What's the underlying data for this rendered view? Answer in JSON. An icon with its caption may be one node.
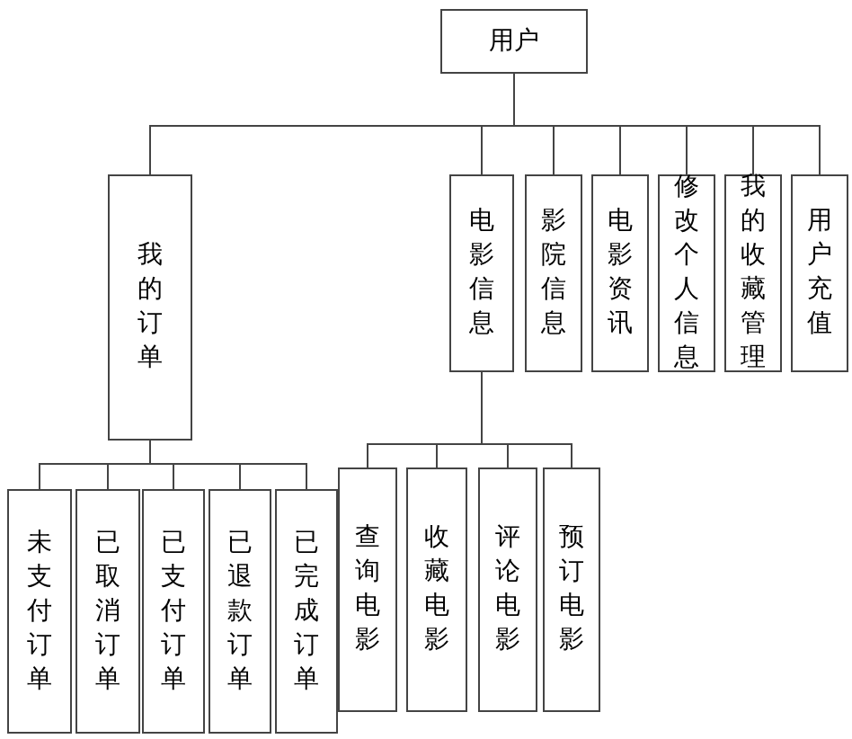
{
  "diagram": {
    "nodes": [
      {
        "text": [
          "用户"
        ]
      },
      {
        "text": [
          "我的订单"
        ]
      },
      {
        "text": [
          "电影信息"
        ]
      },
      {
        "text": [
          "影院信息"
        ]
      },
      {
        "text": [
          "电影资讯"
        ]
      },
      {
        "text": [
          "修改个人信息"
        ]
      },
      {
        "text": [
          "我的收藏管理"
        ]
      },
      {
        "text": [
          "用户充值"
        ]
      },
      {
        "text": [
          "未支付订单"
        ]
      },
      {
        "text": [
          "已取消订单"
        ]
      },
      {
        "text": [
          "已支付订单"
        ]
      },
      {
        "text": [
          "已退款订单"
        ]
      },
      {
        "text": [
          "已完成订单"
        ]
      },
      {
        "text": [
          "查询电影"
        ]
      },
      {
        "text": [
          "收藏电影"
        ]
      },
      {
        "text": [
          "评论电影"
        ]
      },
      {
        "text": [
          "预订电影"
        ]
      }
    ],
    "edges": [
      {
        "from": 0,
        "to": 1,
        "arrow": "none"
      },
      {
        "from": 0,
        "to": 2,
        "arrow": "none"
      },
      {
        "from": 0,
        "to": 3,
        "arrow": "none"
      },
      {
        "from": 0,
        "to": 4,
        "arrow": "none"
      },
      {
        "from": 0,
        "to": 5,
        "arrow": "none"
      },
      {
        "from": 0,
        "to": 6,
        "arrow": "none"
      },
      {
        "from": 0,
        "to": 7,
        "arrow": "none"
      },
      {
        "from": 1,
        "to": 8,
        "arrow": "none"
      },
      {
        "from": 1,
        "to": 9,
        "arrow": "none"
      },
      {
        "from": 1,
        "to": 10,
        "arrow": "none"
      },
      {
        "from": 1,
        "to": 11,
        "arrow": "none"
      },
      {
        "from": 1,
        "to": 12,
        "arrow": "none"
      },
      {
        "from": 2,
        "to": 13,
        "arrow": "none"
      },
      {
        "from": 2,
        "to": 14,
        "arrow": "none"
      },
      {
        "from": 2,
        "to": 15,
        "arrow": "none"
      },
      {
        "from": 2,
        "to": 16,
        "arrow": "none"
      }
    ]
  }
}
